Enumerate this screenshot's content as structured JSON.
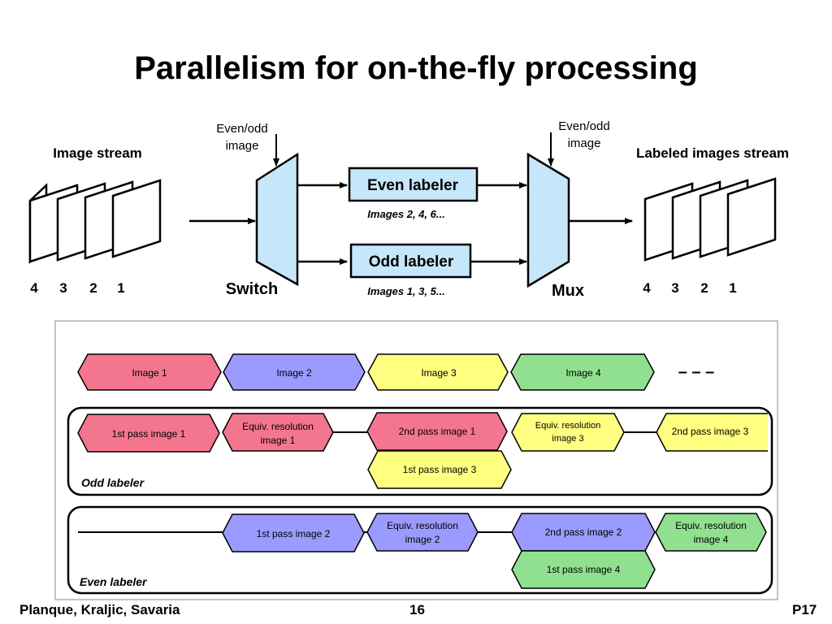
{
  "title": "Parallelism for on-the-fly processing",
  "top": {
    "image_stream": "Image stream",
    "labeled_stream": "Labeled images stream",
    "input_numbers": [
      "4",
      "3",
      "2",
      "1"
    ],
    "output_numbers": [
      "4",
      "3",
      "2",
      "1"
    ],
    "switch_control_l1": "Even/odd",
    "switch_control_l2": "image",
    "mux_control_l1": "Even/odd",
    "mux_control_l2": "image",
    "switch": "Switch",
    "mux": "Mux",
    "even_labeler": "Even labeler",
    "odd_labeler": "Odd labeler",
    "even_images": "Images 2, 4, 6...",
    "odd_images": "Images 1, 3, 5..."
  },
  "timeline": {
    "images": [
      "Image 1",
      "Image 2",
      "Image 3",
      "Image 4"
    ],
    "ellipsis": "– – –",
    "odd": {
      "label": "Odd labeler",
      "pass1_img1": "1st pass image 1",
      "equiv_img1_l1": "Equiv. resolution",
      "equiv_img1_l2": "image 1",
      "pass2_img1": "2nd pass image 1",
      "equiv_img3_l1": "Equiv. resolution",
      "equiv_img3_l2": "image 3",
      "pass2_img3": "2nd pass image 3",
      "pass1_img3": "1st pass image 3"
    },
    "even": {
      "label": "Even labeler",
      "pass1_img2": "1st pass image 2",
      "equiv_img2_l1": "Equiv. resolution",
      "equiv_img2_l2": "image 2",
      "pass2_img2": "2nd pass image 2",
      "equiv_img4_l1": "Equiv. resolution",
      "equiv_img4_l2": "image 4",
      "pass1_img4": "1st pass image 4"
    }
  },
  "colors": {
    "image1": "#f4768e",
    "image2": "#9b9bff",
    "image3": "#ffff80",
    "image4": "#90e090",
    "block_fill": "#c6e6fa"
  },
  "footer": {
    "authors": "Planque, Kraljic, Savaria",
    "page": "16",
    "slide": "P17"
  }
}
